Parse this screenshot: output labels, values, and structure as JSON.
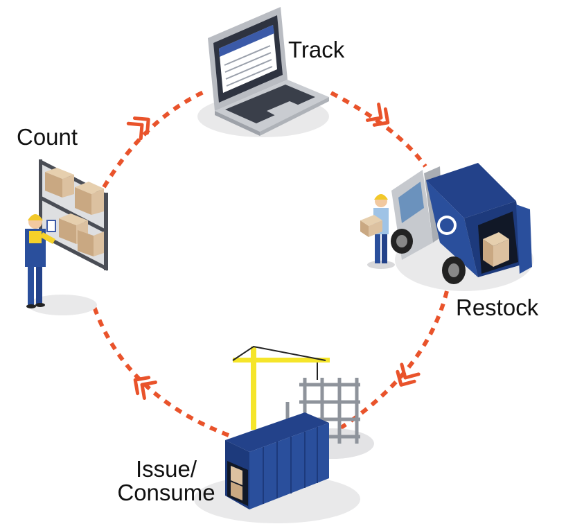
{
  "stages": {
    "track": "Track",
    "restock": "Restock",
    "issue_line1": "Issue/",
    "issue_line2": "Consume",
    "count": "Count"
  },
  "colors": {
    "cycle_arrow": "#e9532b",
    "container_blue": "#2a4f9c",
    "crane_yellow": "#f5e52a",
    "box_tan": "#dcc1a0",
    "shadow_gray": "#e9e9ea"
  },
  "icons": [
    "laptop-icon",
    "delivery-truck-icon",
    "shipping-container-icon",
    "worker-shelf-icon"
  ]
}
